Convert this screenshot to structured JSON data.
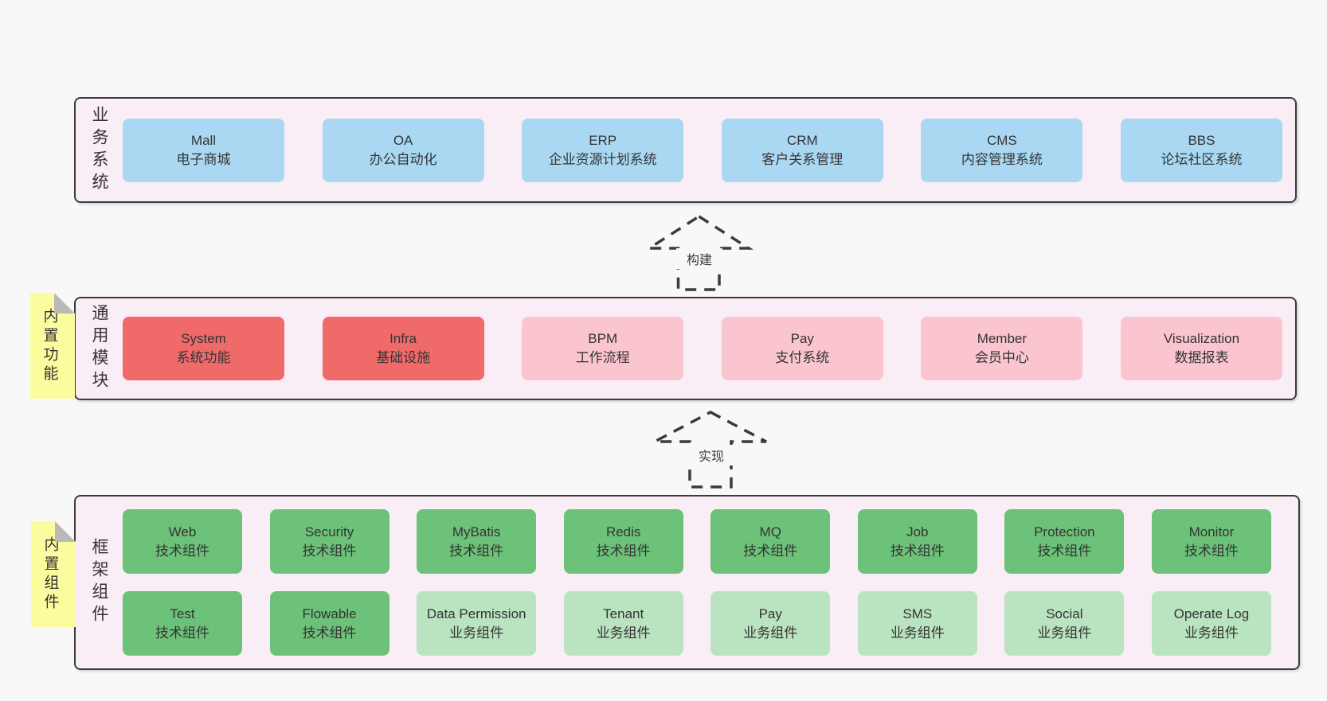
{
  "colors": {
    "page_background": "#f8f8f8",
    "band_background": "#f9edf6",
    "band_border": "#3b3b3b",
    "business_system_box": "#aad8f2",
    "core_module_box": "#f16a6a",
    "optional_module_box": "#fac5ce",
    "tech_component_box": "#6cc278",
    "biz_component_box": "#bae3c0",
    "sticky_note": "#fbfc9e",
    "note_fold": "#b9b9b9"
  },
  "notes": [
    {
      "text": "内置功能"
    },
    {
      "text": "内置组件"
    }
  ],
  "arrows": [
    {
      "label": "构建"
    },
    {
      "label": "实现"
    }
  ],
  "bands": [
    {
      "label": "业务系统",
      "boxes": [
        {
          "en": "Mall",
          "zh": "电子商城"
        },
        {
          "en": "OA",
          "zh": "办公自动化"
        },
        {
          "en": "ERP",
          "zh": "企业资源计划系统"
        },
        {
          "en": "CRM",
          "zh": "客户关系管理"
        },
        {
          "en": "CMS",
          "zh": "内容管理系统"
        },
        {
          "en": "BBS",
          "zh": "论坛社区系统"
        }
      ]
    },
    {
      "label": "通用模块",
      "boxes": [
        {
          "en": "System",
          "zh": "系统功能"
        },
        {
          "en": "Infra",
          "zh": "基础设施"
        },
        {
          "en": "BPM",
          "zh": "工作流程"
        },
        {
          "en": "Pay",
          "zh": "支付系统"
        },
        {
          "en": "Member",
          "zh": "会员中心"
        },
        {
          "en": "Visualization",
          "zh": "数据报表"
        }
      ]
    },
    {
      "label": "框架组件",
      "rows": [
        [
          {
            "en": "Web",
            "zh": "技术组件"
          },
          {
            "en": "Security",
            "zh": "技术组件"
          },
          {
            "en": "MyBatis",
            "zh": "技术组件"
          },
          {
            "en": "Redis",
            "zh": "技术组件"
          },
          {
            "en": "MQ",
            "zh": "技术组件"
          },
          {
            "en": "Job",
            "zh": "技术组件"
          },
          {
            "en": "Protection",
            "zh": "技术组件"
          },
          {
            "en": "Monitor",
            "zh": "技术组件"
          }
        ],
        [
          {
            "en": "Test",
            "zh": "技术组件"
          },
          {
            "en": "Flowable",
            "zh": "技术组件"
          },
          {
            "en": "Data Permission",
            "zh": "业务组件"
          },
          {
            "en": "Tenant",
            "zh": "业务组件"
          },
          {
            "en": "Pay",
            "zh": "业务组件"
          },
          {
            "en": "SMS",
            "zh": "业务组件"
          },
          {
            "en": "Social",
            "zh": "业务组件"
          },
          {
            "en": "Operate Log",
            "zh": "业务组件"
          }
        ]
      ]
    }
  ]
}
